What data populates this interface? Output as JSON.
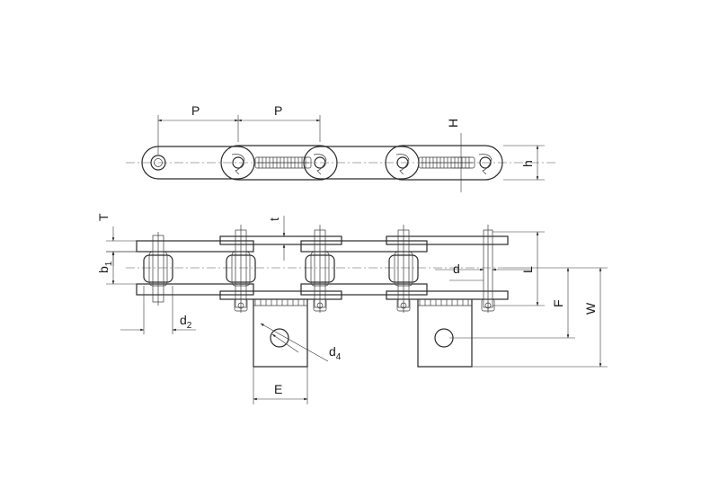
{
  "labels": {
    "P1": "P",
    "P2": "P",
    "H": "H",
    "h": "h",
    "T": "T",
    "t": "t",
    "b": "b",
    "b_sub": "1",
    "d": "d",
    "L": "L",
    "F": "F",
    "W": "W",
    "d2": "d",
    "d2_sub": "2",
    "d4": "d",
    "d4_sub": "4",
    "E": "E"
  }
}
